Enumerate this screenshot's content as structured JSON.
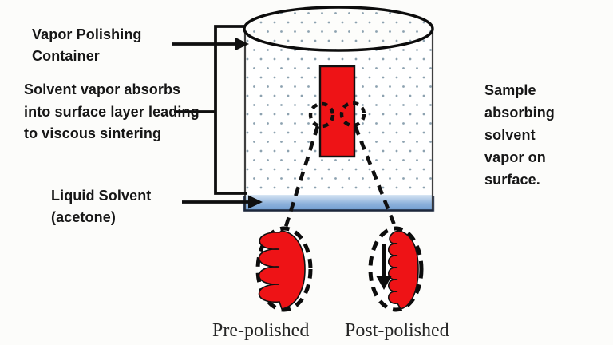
{
  "diagram": {
    "title_implied": "Vapor polishing process diagram",
    "labels": {
      "container_label": "Vapor Polishing Container",
      "vapor_label": "Solvent vapor absorbs into surface layer leading to viscous sintering",
      "liquid_label": "Liquid Solvent (acetone)",
      "sample_label": "Sample absorbing solvent vapor on surface.",
      "pre_polished": "Pre-polished",
      "post_polished": "Post-polished"
    },
    "colors": {
      "background": "#fcfcfa",
      "sample_red": "#ee1316",
      "dot": "#8da2b0",
      "liquid_top": "#d8e6f4",
      "liquid_mid": "#8fb3dc",
      "liquid_bottom": "#6f9cd0",
      "line": "#0f0f0f",
      "wall": "#3f3f3f",
      "text": "#161616"
    }
  }
}
